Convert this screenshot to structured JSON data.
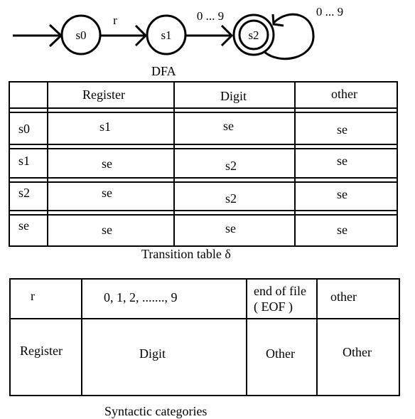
{
  "dfa": {
    "states": [
      "s0",
      "s1",
      "s2"
    ],
    "edge_s0_s1": "r",
    "edge_s1_s2": "0 ... 9",
    "loop_s2": "0 ... 9",
    "caption": "DFA"
  },
  "transition_table": {
    "headers": [
      "Register",
      "Digit",
      "other"
    ],
    "rows": [
      {
        "state": "s0",
        "cells": [
          "s1",
          "se",
          "se"
        ]
      },
      {
        "state": "s1",
        "cells": [
          "se",
          "s2",
          "se"
        ]
      },
      {
        "state": "s2",
        "cells": [
          "se",
          "s2",
          "se"
        ]
      },
      {
        "state": "se",
        "cells": [
          "se",
          "se",
          "se"
        ]
      }
    ],
    "caption": "Transition table δ"
  },
  "categories_table": {
    "chars": [
      "r",
      "0, 1, 2, ......., 9",
      "end of file",
      "( EOF )",
      "other"
    ],
    "categories": [
      "Register",
      "Digit",
      "Other",
      "Other"
    ],
    "caption": "Syntactic categories"
  }
}
